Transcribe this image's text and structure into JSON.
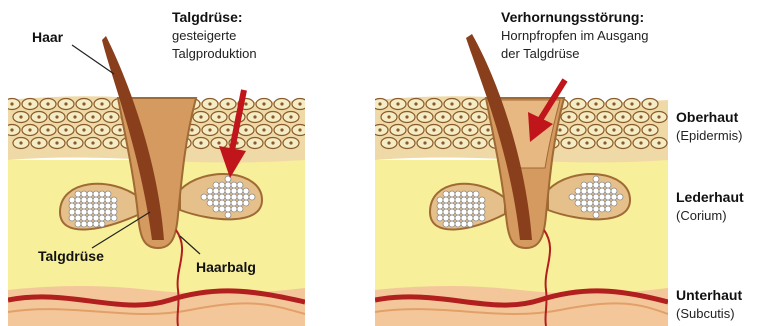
{
  "left_panel": {
    "labels": {
      "hair": "Haar",
      "sebaceous_gland_title": "Talgdrüse:",
      "sebaceous_gland_line1": "gesteigerte",
      "sebaceous_gland_line2": "Talgproduktion",
      "sebaceous_gland": "Talgdrüse",
      "hair_follicle": "Haarbalg"
    }
  },
  "right_panel": {
    "labels": {
      "keratinization_title": "Verhornungsstörung:",
      "keratinization_line1": "Hornpfropfen im Ausgang",
      "keratinization_line2": "der Talgdrüse"
    }
  },
  "layers": [
    {
      "name": "Oberhaut",
      "latin": "(Epidermis)"
    },
    {
      "name": "Lederhaut",
      "latin": "(Corium)"
    },
    {
      "name": "Unterhaut",
      "latin": "(Subcutis)"
    }
  ],
  "colors": {
    "epidermis_bg": "#efd9a6",
    "dermis_bg": "#f7ef9a",
    "cell_fill": "#f4ecc4",
    "cell_stroke": "#8a5a2a",
    "hair": "#8a3f1c",
    "follicle": "#c98a52",
    "gland": "#e6c08a",
    "arrow": "#c0161b",
    "vessel": "#b21f1f"
  }
}
